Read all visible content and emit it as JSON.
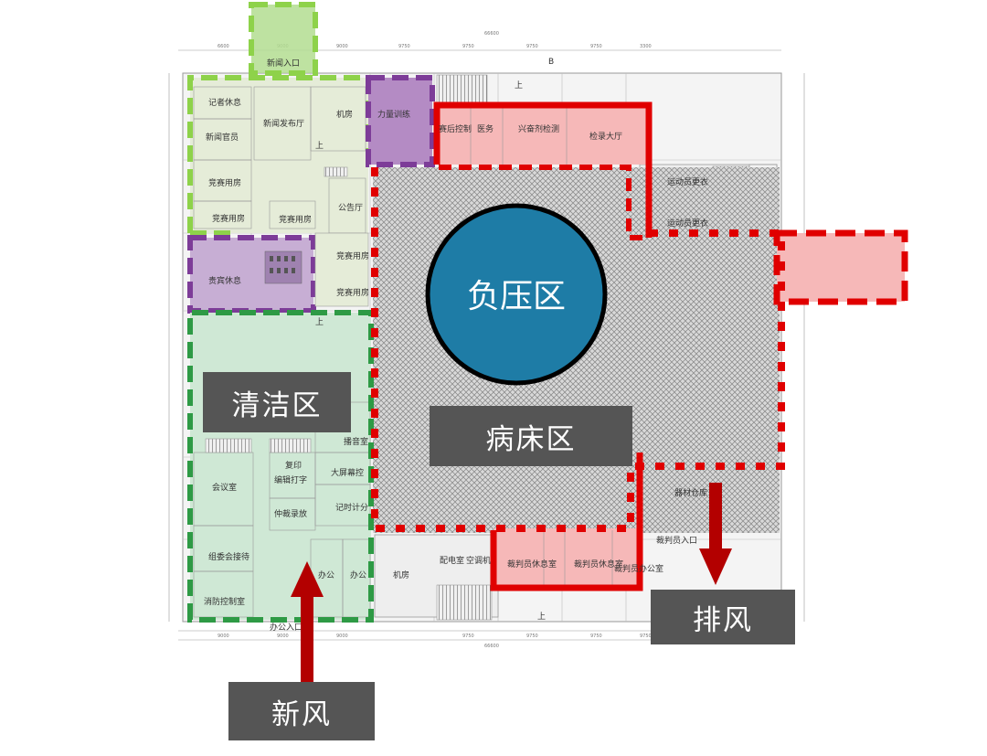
{
  "zones": {
    "clean": "清洁区",
    "ward": "病床区",
    "negative_pressure": "负压区"
  },
  "airflow": {
    "fresh_air": "新风",
    "exhaust": "排风"
  },
  "rooms": {
    "news_entrance": "新闻入口",
    "reporter_rest": "记者休息",
    "news_officer": "新闻官员",
    "press_hall": "新闻发布厅",
    "machine_room_1": "机房",
    "strength_training": "力量训练",
    "comp_room_1": "竞赛用房",
    "comp_room_2": "竞赛用房",
    "comp_room_3": "竞赛用房",
    "notice_hall": "公告厅",
    "comp_room_4": "竞赛用房",
    "comp_room_5": "竞赛用房",
    "vip_rest": "贵宾休息",
    "post_control": "赛后控制",
    "medical": "医务",
    "doping": "兴奋剂检测",
    "record_hall": "检录大厅",
    "athlete_change_1": "运动员更衣",
    "athlete_change_2": "运动员更衣",
    "meeting": "会议室",
    "print": "复印",
    "typing": "编辑打字",
    "arbitration": "仲裁录放",
    "big_screen": "大屏幕控",
    "timing": "记时计分",
    "broadcast": "播音室",
    "committee": "组委会接待",
    "fire_control": "消防控制室",
    "office_1": "办公",
    "office_2": "办公",
    "office_entrance": "办公入口",
    "machine_room_2": "机房",
    "power_room": "配电室",
    "ac_room": "空调机",
    "referee_rest_1": "裁判员休息室",
    "referee_rest_2": "裁判员休息室",
    "referee_office": "裁判员办公室",
    "equipment": "器材仓库",
    "referee_entrance": "裁判员入口",
    "up_1": "上",
    "up_2": "上",
    "up_3": "上",
    "up_4": "上",
    "section_b": "B"
  },
  "dimensions": {
    "top_total": "66600",
    "top": [
      "6600",
      "9000",
      "9000",
      "9750",
      "9750",
      "9750",
      "9750",
      "3300"
    ],
    "bottom": [
      "9000",
      "9000",
      "9000",
      "9750",
      "9750",
      "9750",
      "9750"
    ],
    "bottom_total": "66600"
  },
  "colors": {
    "clean_zone": "#4ea13a",
    "clean_fill": "#cfe8d5",
    "light_green": "#8ed24a",
    "purple": "#7d3c98",
    "red": "#e00000",
    "negative_circle": "#1e7ca6",
    "label_bg": "#555555"
  }
}
